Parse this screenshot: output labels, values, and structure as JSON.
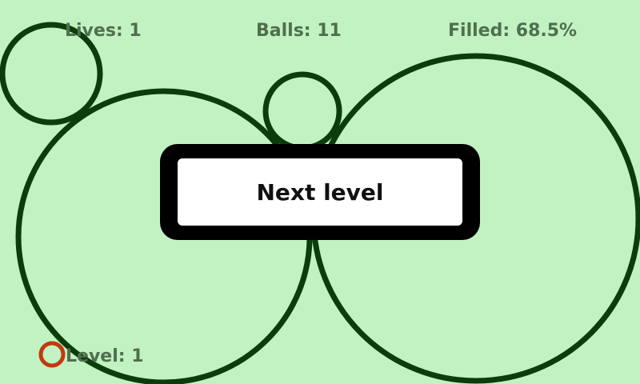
{
  "hud": {
    "lives": "Lives: 1",
    "balls": "Balls: 11",
    "filled": "Filled: 68.5%",
    "level": "Level: 1"
  },
  "overlay": {
    "next_level_label": "Next level"
  },
  "colors": {
    "background": "#c2f2c2",
    "circle_stroke": "#0b3d0b",
    "ball_stroke": "#c2390f",
    "hud_text": "#4f6f4f"
  }
}
